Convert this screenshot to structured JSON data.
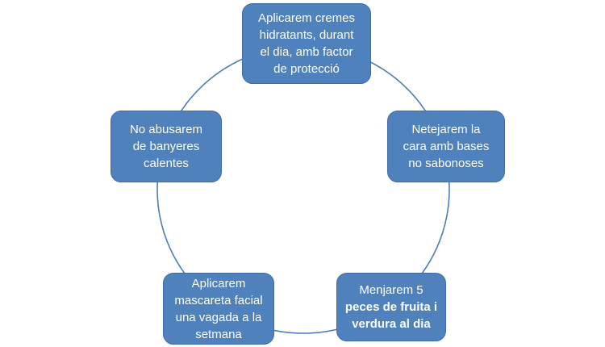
{
  "diagram": {
    "type": "cycle",
    "colors": {
      "background": "#ffffff",
      "node_fill": "#4f81bd",
      "node_border": "#3e6cab",
      "node_text": "#ffffff",
      "ring": "#4a7dbd"
    },
    "nodes": [
      {
        "id": "top",
        "text": "Aplicarem cremes\nhidratants, durant\nel dia, amb factor\nde protecció",
        "bold_text": ""
      },
      {
        "id": "right",
        "text": "Netejarem la\ncara amb bases\nno sabonoses",
        "bold_text": ""
      },
      {
        "id": "bottom-right",
        "text": "Menjarem 5",
        "bold_text": "peces de fruita i\nverdura al dia"
      },
      {
        "id": "bottom-left",
        "text": "Aplicarem\nmascareta facial\nuna vagada a la\nsetmana",
        "bold_text": ""
      },
      {
        "id": "left",
        "text": "No abusarem\nde banyeres\ncalentes",
        "bold_text": ""
      }
    ]
  }
}
